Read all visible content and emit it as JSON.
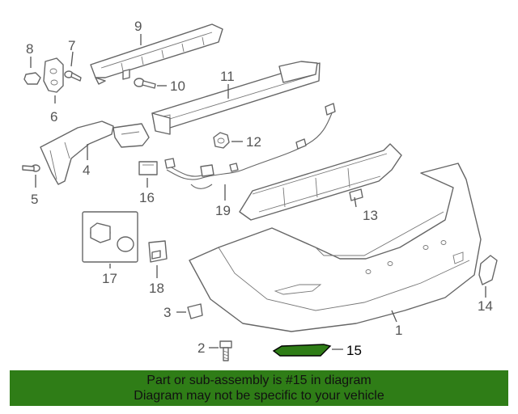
{
  "callouts": [
    {
      "id": "p1",
      "label": "1"
    },
    {
      "id": "p2",
      "label": "2"
    },
    {
      "id": "p3",
      "label": "3"
    },
    {
      "id": "p4",
      "label": "4"
    },
    {
      "id": "p5",
      "label": "5"
    },
    {
      "id": "p6",
      "label": "6"
    },
    {
      "id": "p7",
      "label": "7"
    },
    {
      "id": "p8",
      "label": "8"
    },
    {
      "id": "p9",
      "label": "9"
    },
    {
      "id": "p10",
      "label": "10"
    },
    {
      "id": "p11",
      "label": "11"
    },
    {
      "id": "p12",
      "label": "12"
    },
    {
      "id": "p13",
      "label": "13"
    },
    {
      "id": "p14",
      "label": "14"
    },
    {
      "id": "p15",
      "label": "15"
    },
    {
      "id": "p16",
      "label": "16"
    },
    {
      "id": "p17",
      "label": "17"
    },
    {
      "id": "p18",
      "label": "18"
    },
    {
      "id": "p19",
      "label": "19"
    }
  ],
  "highlighted_part": "15",
  "colors": {
    "highlight_part": "#2f7d17",
    "banner_background": "#2f7d17",
    "line_art": "#666666"
  },
  "banner": {
    "line1": "Part or sub-assembly is #15 in diagram",
    "line2": "Diagram may not be specific to your vehicle"
  }
}
